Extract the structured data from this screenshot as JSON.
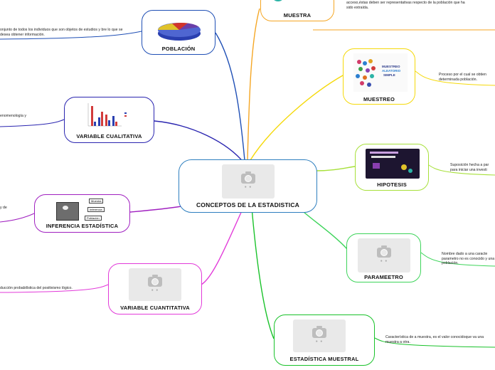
{
  "center": {
    "title": "CONCEPTOS DE LA ESTADISTICA"
  },
  "nodes": {
    "muestra": {
      "title": "MUESTRA",
      "note": "acceso,éstas deben ser representativas respecto de la población que ha sido extraída.",
      "color": "#f5a623"
    },
    "poblacion": {
      "title": "POBLACIÓN",
      "note": "onjunto de todos los individuos que son objetos de estudios y bre lo que se desea obtener información.",
      "color": "#1f4fb5"
    },
    "muestreo": {
      "title": "MUESTREO",
      "note": "Proceso por el cual se obtien determinada población.",
      "color": "#f5d90a",
      "image_text": [
        "MUESTREO",
        "ALEATORIO",
        "SIMPLE"
      ]
    },
    "cualitativa": {
      "title": "VARIABLE CUALITATIVA",
      "note": "enomenología y",
      "color": "#2a25b0"
    },
    "hipotesis": {
      "title": "HIPOTESIS",
      "note": "Suposición hecha a par para iniciar una investi",
      "color": "#a7e03a"
    },
    "inferencia": {
      "title": "INFERENCIA ESTADÍSTICA",
      "note": "y de",
      "color": "#a020c0",
      "image_text": [
        "Muestra",
        "Inferencia",
        "Población"
      ]
    },
    "parametro": {
      "title": "PARAMEETRO",
      "note": "Nombre dado a una caracte parametro no es conocido y una población.",
      "color": "#3dd45a"
    },
    "cuantitativa": {
      "title": "VARIABLE CUANTITATIVA",
      "note": "ducción probabilística del positivismo lógico.",
      "color": "#e23ad9"
    },
    "estadistica_muestral": {
      "title": "ESTADÍSTICA MUESTRAL",
      "note": "Característica de a muestra, es el valor conocidoque va una muestra a otra.",
      "color": "#19c22a"
    }
  },
  "center_color": "#2e7fbf"
}
